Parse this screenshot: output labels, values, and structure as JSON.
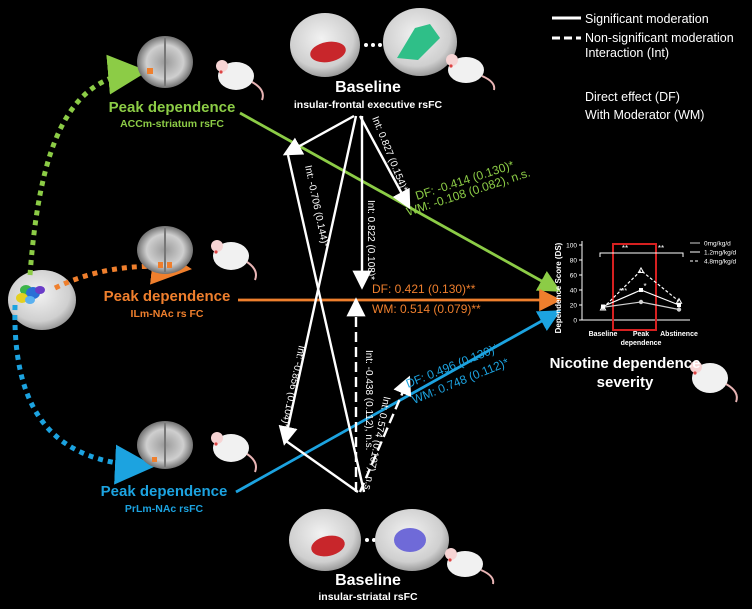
{
  "colors": {
    "green": "#8ccc46",
    "orange": "#ef7f2d",
    "blue": "#1ca3e0",
    "white": "#ffffff",
    "red_box": "#d62020",
    "background": "#000000"
  },
  "legend": {
    "significant": "Significant moderation",
    "non_significant": "Non-significant moderation",
    "interaction": "Interaction (Int)",
    "direct_effect": "Direct effect (DF)",
    "with_moderator": "With Moderator (WM)"
  },
  "nodes": {
    "top_baseline_title": "Baseline",
    "top_baseline_sub": "insular-frontal executive rsFC",
    "bottom_baseline_title": "Baseline",
    "bottom_baseline_sub": "insular-striatal rsFC",
    "green_title": "Peak dependence",
    "green_sub": "ACCm-striatum rsFC",
    "orange_title": "Peak dependence",
    "orange_sub": "ILm-NAc rs FC",
    "blue_title": "Peak dependence",
    "blue_sub": "PrLm-NAc rsFC",
    "outcome_line1": "Nicotine dependence",
    "outcome_line2": "severity"
  },
  "paths": {
    "green_df": "DF: -0.414  (0.130)*",
    "green_wm": "WM: -0.108  (0.082), n.s.",
    "orange_df": "DF:  0.421    (0.130)**",
    "orange_wm": "WM:  0.514    (0.079)**",
    "blue_df": "DF:  0.496   (0.130)*",
    "blue_wm": "WM:  0.748   (0.112)*",
    "int_top_green": "Int: 0.827 (0.154)*",
    "int_top_orange": "Int: 0.822 (0.108)*",
    "int_top_blue": "Int: -0.706 (0.144)*",
    "int_bottom_orange": "Int: -0.438  (0.112), n.s.",
    "int_bottom_blue": "Int: -0.856 (0.104)**",
    "int_bottom_green": "Int: 0.574 (0.107), n.s."
  },
  "chart_data": {
    "type": "line",
    "ylabel": "Dependence Score (DS)",
    "categories": [
      "Baseline",
      "Peak dependence",
      "Abstinence"
    ],
    "ylim": [
      0,
      100
    ],
    "yticks": [
      "0",
      "20",
      "40",
      "60",
      "80",
      "100"
    ],
    "legend_position": "top-right",
    "series": [
      {
        "name": "0mg/kg/d",
        "values": [
          17,
          24,
          14
        ]
      },
      {
        "name": "1.2mg/kg/d",
        "values": [
          18,
          40,
          20
        ]
      },
      {
        "name": "4.8mg/kg/d",
        "values": [
          16,
          66,
          25
        ]
      }
    ],
    "annotations": {
      "sig_left": "**",
      "sig_right": "**",
      "sig_inner": "***",
      "star": "*"
    }
  }
}
